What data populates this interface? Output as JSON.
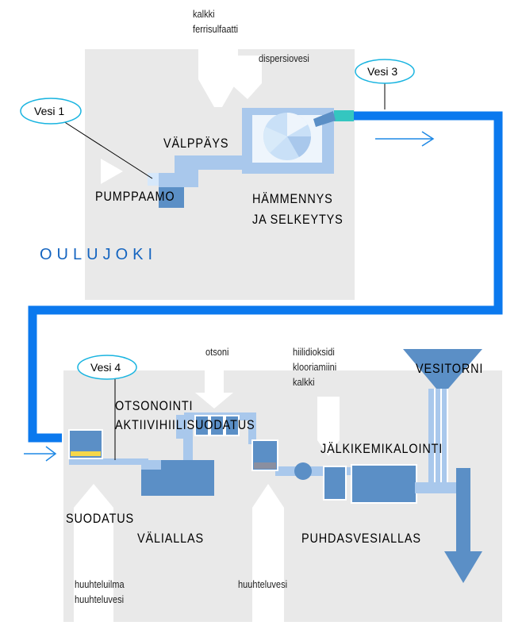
{
  "labels": {
    "kalkki_ferri": [
      "kalkki",
      "ferrisulfaatti"
    ],
    "dispersiovesi": "dispersiovesi",
    "valppays": "VÄLPPÄYS",
    "pumppaamo": "PUMPPAAMO",
    "hammennys": [
      "HÄMMENNYS",
      "JA SELKEYTYS"
    ],
    "oulujoki": "OULUJOKI",
    "otsoni": "otsoni",
    "jalki_chem": [
      "hiilidioksidi",
      "klooriamiini",
      "kalkki"
    ],
    "vesitorni": "VESITORNI",
    "otsonointi": [
      "OTSONOINTI",
      "AKTIIVIHIILISUODATUS"
    ],
    "jalkikemikalointi": "JÄLKIKEMIKALOINTI",
    "suodatus": "SUODATUS",
    "valiallas": "VÄLIALLAS",
    "puhdasvesiallas": "PUHDASVESIALLAS",
    "huuhtelu_left": [
      "huuhteluilma",
      "huuhteluvesi"
    ],
    "huuhteluvesi": "huuhteluvesi"
  },
  "callouts": {
    "vesi1": "Vesi 1",
    "vesi3": "Vesi 3",
    "vesi4": "Vesi 4"
  },
  "colors": {
    "panel": "#e9e9e9",
    "pipe": "#a9c8ec",
    "tank": "#5b8fc6",
    "main_line": "#0b79ee",
    "callout_border": "#19b4e0"
  }
}
